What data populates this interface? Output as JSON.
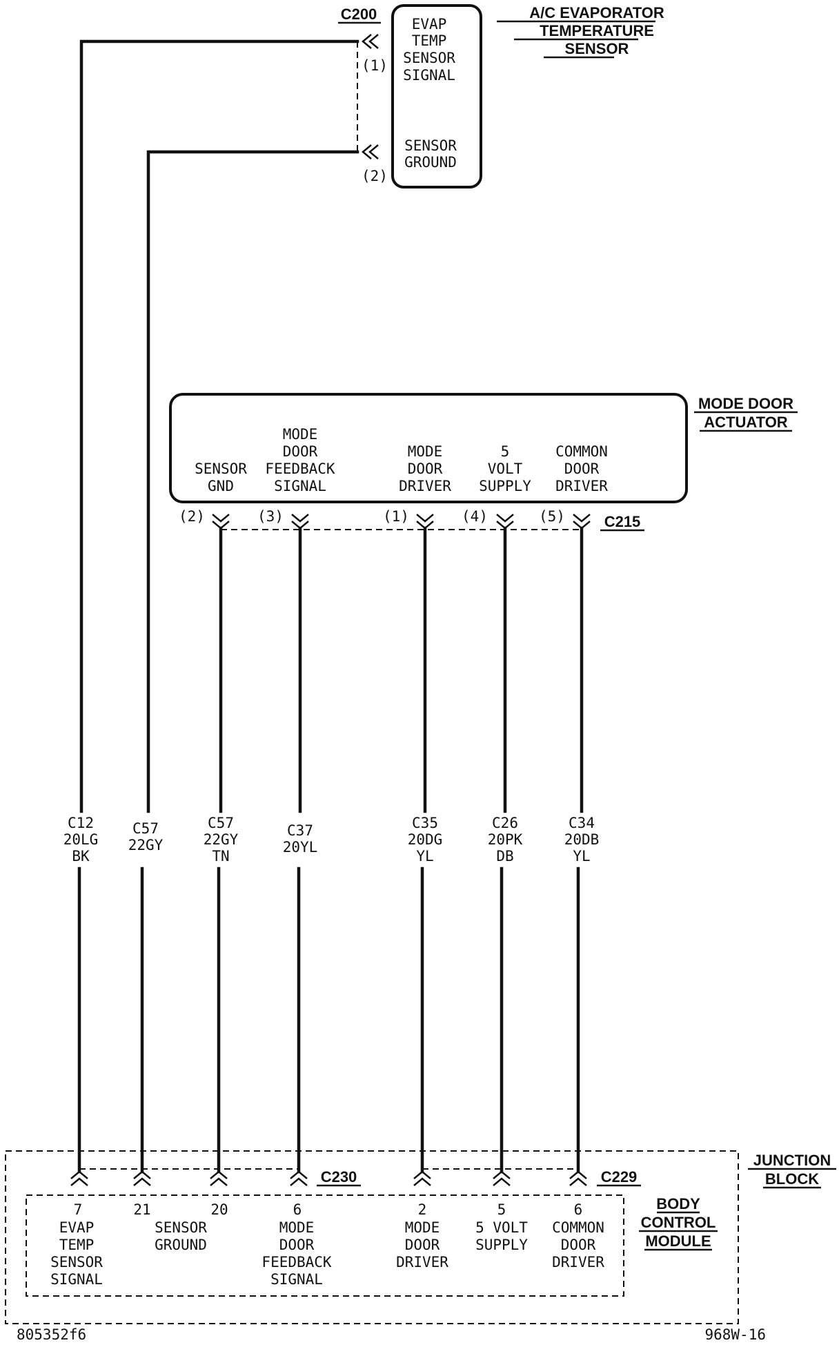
{
  "components": {
    "evap_sensor": {
      "title_lines": [
        "A/C EVAPORATOR",
        "TEMPERATURE",
        "SENSOR"
      ],
      "connector": "C200",
      "pins": [
        {
          "num": "(1)",
          "lines": [
            "EVAP",
            "TEMP",
            "SENSOR",
            "SIGNAL"
          ]
        },
        {
          "num": "(2)",
          "lines": [
            "SENSOR",
            "GROUND"
          ]
        }
      ]
    },
    "mode_door": {
      "title_lines": [
        "MODE DOOR",
        "ACTUATOR"
      ],
      "connector": "C215",
      "pins": [
        {
          "num": "(2)",
          "lines": [
            "SENSOR",
            "GND"
          ]
        },
        {
          "num": "(3)",
          "lines": [
            "MODE",
            "DOOR",
            "FEEDBACK",
            "SIGNAL"
          ]
        },
        {
          "num": "(1)",
          "lines": [
            "MODE",
            "DOOR",
            "DRIVER"
          ]
        },
        {
          "num": "(4)",
          "lines": [
            "5",
            "VOLT",
            "SUPPLY"
          ]
        },
        {
          "num": "(5)",
          "lines": [
            "COMMON",
            "DOOR",
            "DRIVER"
          ]
        }
      ]
    },
    "junction_block": {
      "title_lines": [
        "JUNCTION",
        "BLOCK"
      ],
      "connector_a": "C230",
      "connector_b": "C229"
    },
    "bcm": {
      "title_lines": [
        "BODY",
        "CONTROL",
        "MODULE"
      ],
      "pins": [
        {
          "num": "7",
          "lines": [
            "EVAP",
            "TEMP",
            "SENSOR",
            "SIGNAL"
          ]
        },
        {
          "num": "21",
          "lines": [
            "SENSOR",
            "GROUND"
          ]
        },
        {
          "num": "20",
          "lines": []
        },
        {
          "num": "6",
          "lines": [
            "MODE",
            "DOOR",
            "FEEDBACK",
            "SIGNAL"
          ]
        },
        {
          "num": "2",
          "lines": [
            "MODE",
            "DOOR",
            "DRIVER"
          ]
        },
        {
          "num": "5",
          "lines": [
            "5 VOLT",
            "SUPPLY"
          ]
        },
        {
          "num": "6",
          "lines": [
            "COMMON",
            "DOOR",
            "DRIVER"
          ]
        }
      ]
    }
  },
  "wires": [
    {
      "lines": [
        "C12",
        "20LG",
        "BK"
      ]
    },
    {
      "lines": [
        "C57",
        "22GY"
      ]
    },
    {
      "lines": [
        "C57",
        "22GY",
        "TN"
      ]
    },
    {
      "lines": [
        "C37",
        "20YL"
      ]
    },
    {
      "lines": [
        "C35",
        "20DG",
        "YL"
      ]
    },
    {
      "lines": [
        "C26",
        "20PK",
        "DB"
      ]
    },
    {
      "lines": [
        "C34",
        "20DB",
        "YL"
      ]
    }
  ],
  "footer": {
    "left": "805352f6",
    "right": "968W-16"
  }
}
